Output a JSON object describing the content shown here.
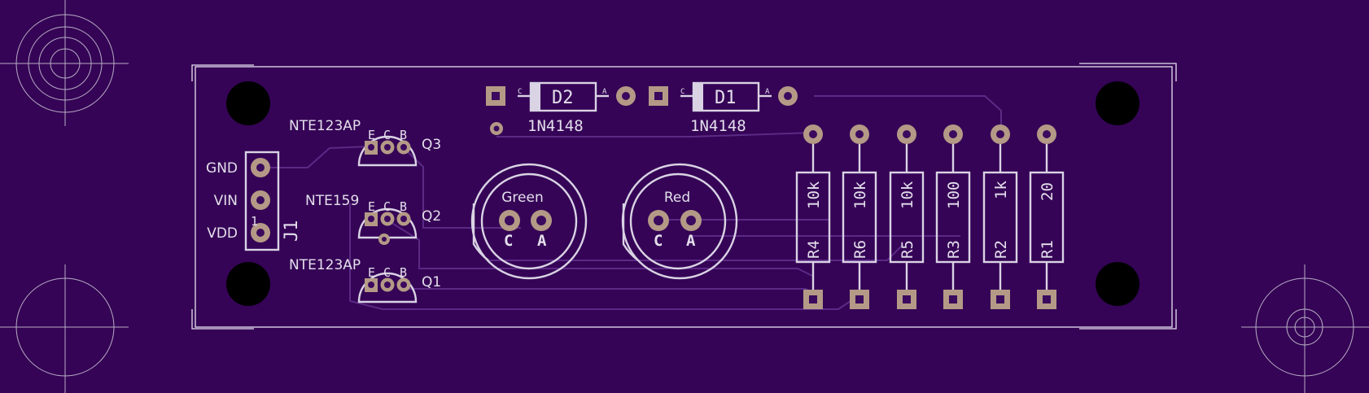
{
  "board": {
    "colors": {
      "background": "#350456",
      "silkscreen": "#d9d3e4",
      "pad": "#b49a86",
      "trace": "#5b2a86",
      "mount_hole": "#000000"
    }
  },
  "connector": {
    "ref": "J1",
    "pin1_mark": "1",
    "pins": [
      "GND",
      "VIN",
      "VDD"
    ]
  },
  "transistors": [
    {
      "ref": "Q3",
      "part": "NTE123AP",
      "pins": [
        "E",
        "C",
        "B"
      ]
    },
    {
      "ref": "Q2",
      "part": "NTE159",
      "pins": [
        "E",
        "C",
        "B"
      ]
    },
    {
      "ref": "Q1",
      "part": "NTE123AP",
      "pins": [
        "E",
        "C",
        "B"
      ]
    }
  ],
  "diodes": [
    {
      "ref": "D2",
      "part": "1N4148",
      "cathode_mark": "C",
      "anode_mark": "A"
    },
    {
      "ref": "D1",
      "part": "1N4148",
      "cathode_mark": "C",
      "anode_mark": "A"
    }
  ],
  "leds": [
    {
      "name": "Green",
      "pins": [
        "C",
        "A"
      ]
    },
    {
      "name": "Red",
      "pins": [
        "C",
        "A"
      ]
    }
  ],
  "resistors": [
    {
      "ref": "R4",
      "value": "10k"
    },
    {
      "ref": "R6",
      "value": "10k"
    },
    {
      "ref": "R5",
      "value": "10k"
    },
    {
      "ref": "R3",
      "value": "100"
    },
    {
      "ref": "R2",
      "value": "1k"
    },
    {
      "ref": "R1",
      "value": "20"
    }
  ]
}
